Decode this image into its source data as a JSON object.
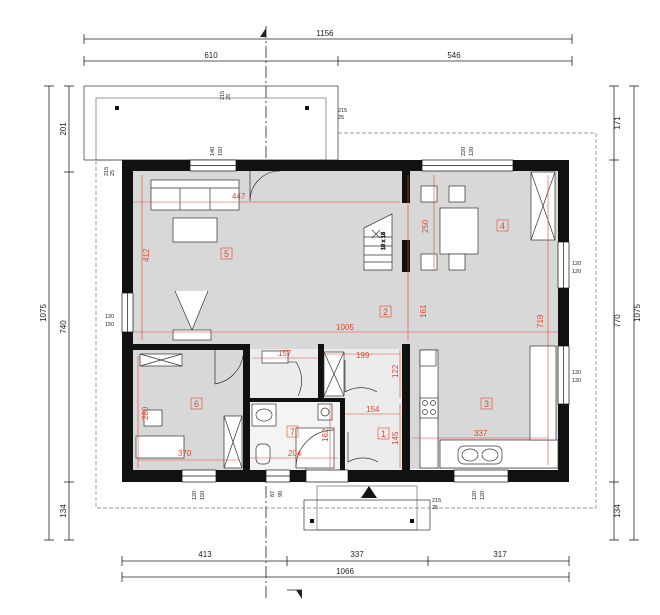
{
  "dimensions": {
    "top_total": "1156",
    "top_left": "610",
    "top_right": "546",
    "bottom_total": "1066",
    "bottom_left": "413",
    "bottom_mid": "337",
    "bottom_right": "317",
    "left_total": "1075",
    "left_top": "201",
    "left_mid": "740",
    "left_bottom": "134",
    "right_total": "1075",
    "right_top": "171",
    "right_mid": "770",
    "right_bottom": "134"
  },
  "interior_dimensions": {
    "living_width": "447",
    "living_height": "412",
    "kitchen_dining_depth": "250",
    "stair_gap": "161",
    "total_inner_width": "1005",
    "right_height": "719",
    "hall_width": "157",
    "hall2_width": "199",
    "hall_depth": "122",
    "bath_width": "154",
    "bath_depth": "145",
    "kitchen_width": "337",
    "room6_width": "370",
    "room6_height": "280",
    "wc_width": "204",
    "wc_height": "162"
  },
  "window_labels": {
    "w_top_living": [
      "140",
      "150"
    ],
    "w_top_dining": [
      "220",
      "120"
    ],
    "w_left": [
      "120",
      "150"
    ],
    "w_right_dining": [
      "120",
      "120"
    ],
    "w_right_kitchen": [
      "120",
      "120"
    ],
    "w_bottom_room6": [
      "120",
      "150"
    ],
    "w_bottom_entry": [
      "87",
      "90"
    ],
    "w_bottom_kitchen": [
      "120",
      "120"
    ],
    "terrace_note_top": [
      "215",
      "25"
    ],
    "terrace_note_right": [
      "215",
      "25"
    ],
    "terrace_note_left": [
      "215",
      "25"
    ],
    "entry_note": [
      "215",
      "25"
    ]
  },
  "rooms": [
    {
      "number": "1"
    },
    {
      "number": "2"
    },
    {
      "number": "3"
    },
    {
      "number": "4"
    },
    {
      "number": "5"
    },
    {
      "number": "6"
    },
    {
      "number": "7"
    }
  ],
  "stair_label": "18 x 18"
}
